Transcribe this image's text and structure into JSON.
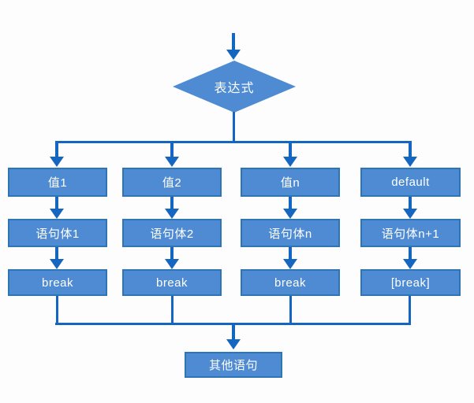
{
  "colors": {
    "node_fill": "#4F8BD2",
    "node_border": "#2E75B6",
    "connector": "#1566C0",
    "node_text": "#FFFFFF",
    "background": "#FDFDFD"
  },
  "flowchart": {
    "decision": {
      "label": "表达式"
    },
    "columns": [
      {
        "case": "值1",
        "body": "语句体1",
        "terminator": "break"
      },
      {
        "case": "值2",
        "body": "语句体2",
        "terminator": "break"
      },
      {
        "case": "值n",
        "body": "语句体n",
        "terminator": "break"
      },
      {
        "case": "default",
        "body": "语句体n+1",
        "terminator": "[break]"
      }
    ],
    "end": {
      "label": "其他语句"
    }
  }
}
